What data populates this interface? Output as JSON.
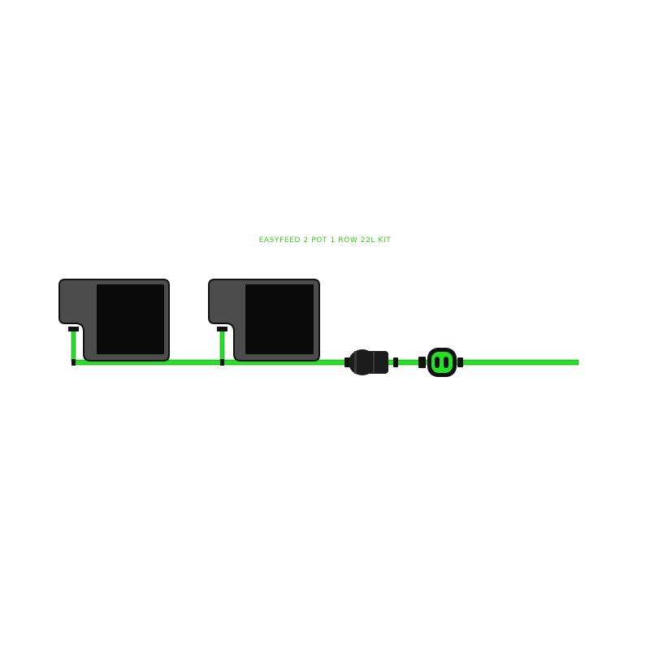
{
  "diagram": {
    "title": "EASYFEED 2 POT 1 ROW 22L KIT",
    "pot_count": 2,
    "components": [
      "pot-1",
      "pot-2",
      "inline-filter",
      "valve-controller"
    ],
    "colors": {
      "tube": "#22e222",
      "tube_edge": "#0b6e0b",
      "title": "#3ccf1e",
      "pot_outer": "#4c4c4c",
      "pot_outer_edge": "#111111",
      "pot_inner": "#0a0a0a",
      "fitting": "#111111",
      "valve_center": "#22e222"
    }
  }
}
